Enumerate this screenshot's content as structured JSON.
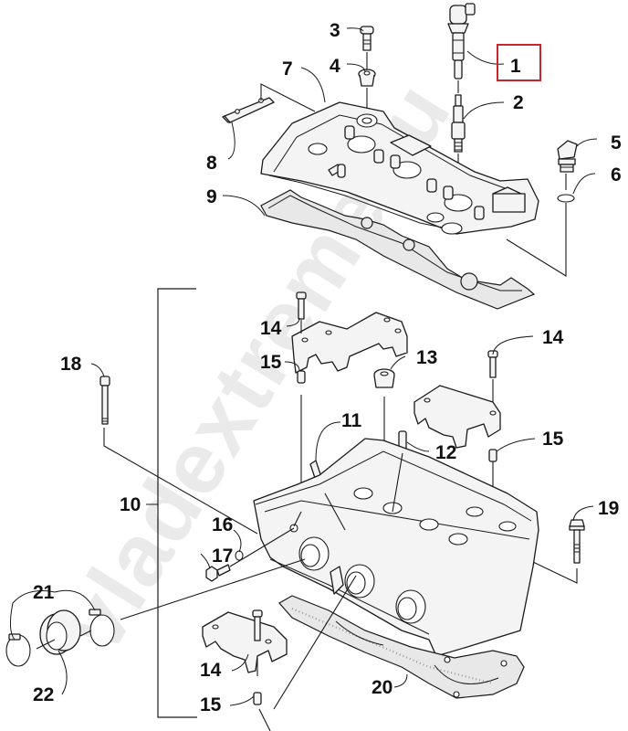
{
  "diagram": {
    "title": "Cylinder head exploded parts diagram",
    "highlight_color": "#c8262c",
    "highlighted_callout": "1",
    "watermark": "vladextreme.ru",
    "callouts": [
      {
        "id": "1",
        "part": "ignition-coil"
      },
      {
        "id": "2",
        "part": "spark-plug"
      },
      {
        "id": "3",
        "part": "cover-bolt"
      },
      {
        "id": "4",
        "part": "bolt-grommet"
      },
      {
        "id": "5",
        "part": "oil-filler-cap"
      },
      {
        "id": "6",
        "part": "o-ring"
      },
      {
        "id": "7",
        "part": "valve-cover"
      },
      {
        "id": "8",
        "part": "bracket-plate"
      },
      {
        "id": "9",
        "part": "valve-cover-gasket"
      },
      {
        "id": "10",
        "part": "cylinder-head-assembly"
      },
      {
        "id": "11",
        "part": "valve-guide-left"
      },
      {
        "id": "12",
        "part": "valve-guide-right"
      },
      {
        "id": "13",
        "part": "spark-plug-tube-seal"
      },
      {
        "id": "14",
        "part": "cam-cap-bolt"
      },
      {
        "id": "15",
        "part": "dowel-pin"
      },
      {
        "id": "16",
        "part": "sealing-washer"
      },
      {
        "id": "17",
        "part": "banjo-bolt"
      },
      {
        "id": "18",
        "part": "head-stud-bolt"
      },
      {
        "id": "19",
        "part": "head-flange-bolt"
      },
      {
        "id": "20",
        "part": "head-gasket"
      },
      {
        "id": "21",
        "part": "hose-clamp"
      },
      {
        "id": "22",
        "part": "intake-manifold-boot"
      }
    ]
  }
}
